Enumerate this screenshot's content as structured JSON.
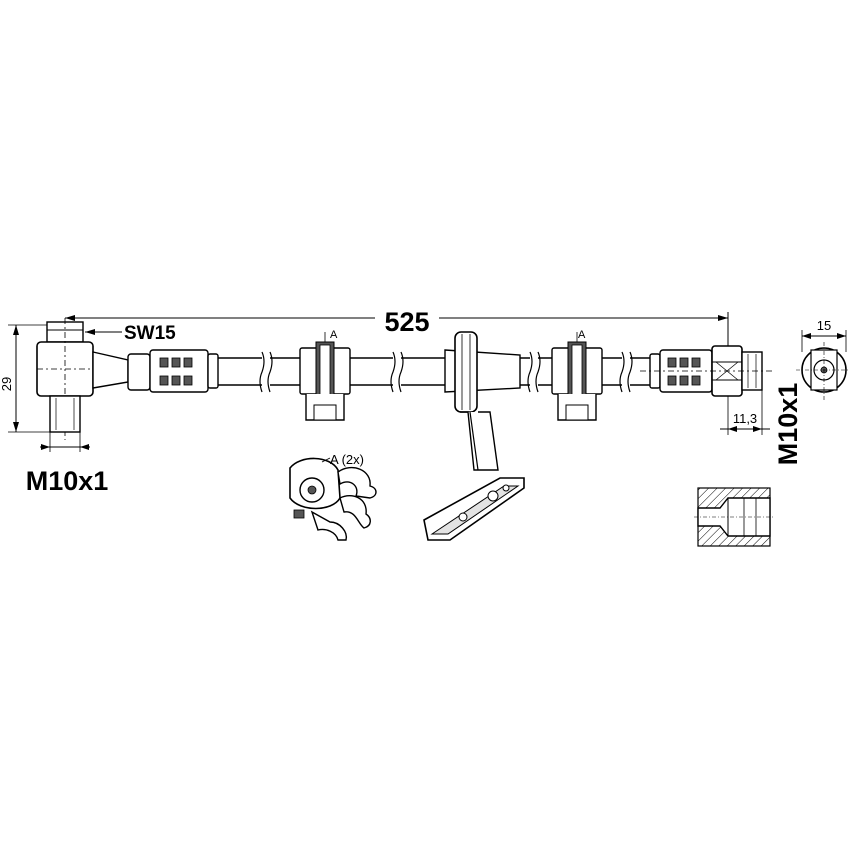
{
  "dimensions": {
    "total_length": "525",
    "wrench_size": "SW15",
    "height": "29",
    "left_thread": "M10x1",
    "right_thread": "M10x1",
    "right_fitting_length": "11,3",
    "end_view_diameter": "15"
  },
  "labels": {
    "clip_marker_1": "A",
    "clip_marker_2": "A",
    "clip_detail": "A (2x)"
  }
}
